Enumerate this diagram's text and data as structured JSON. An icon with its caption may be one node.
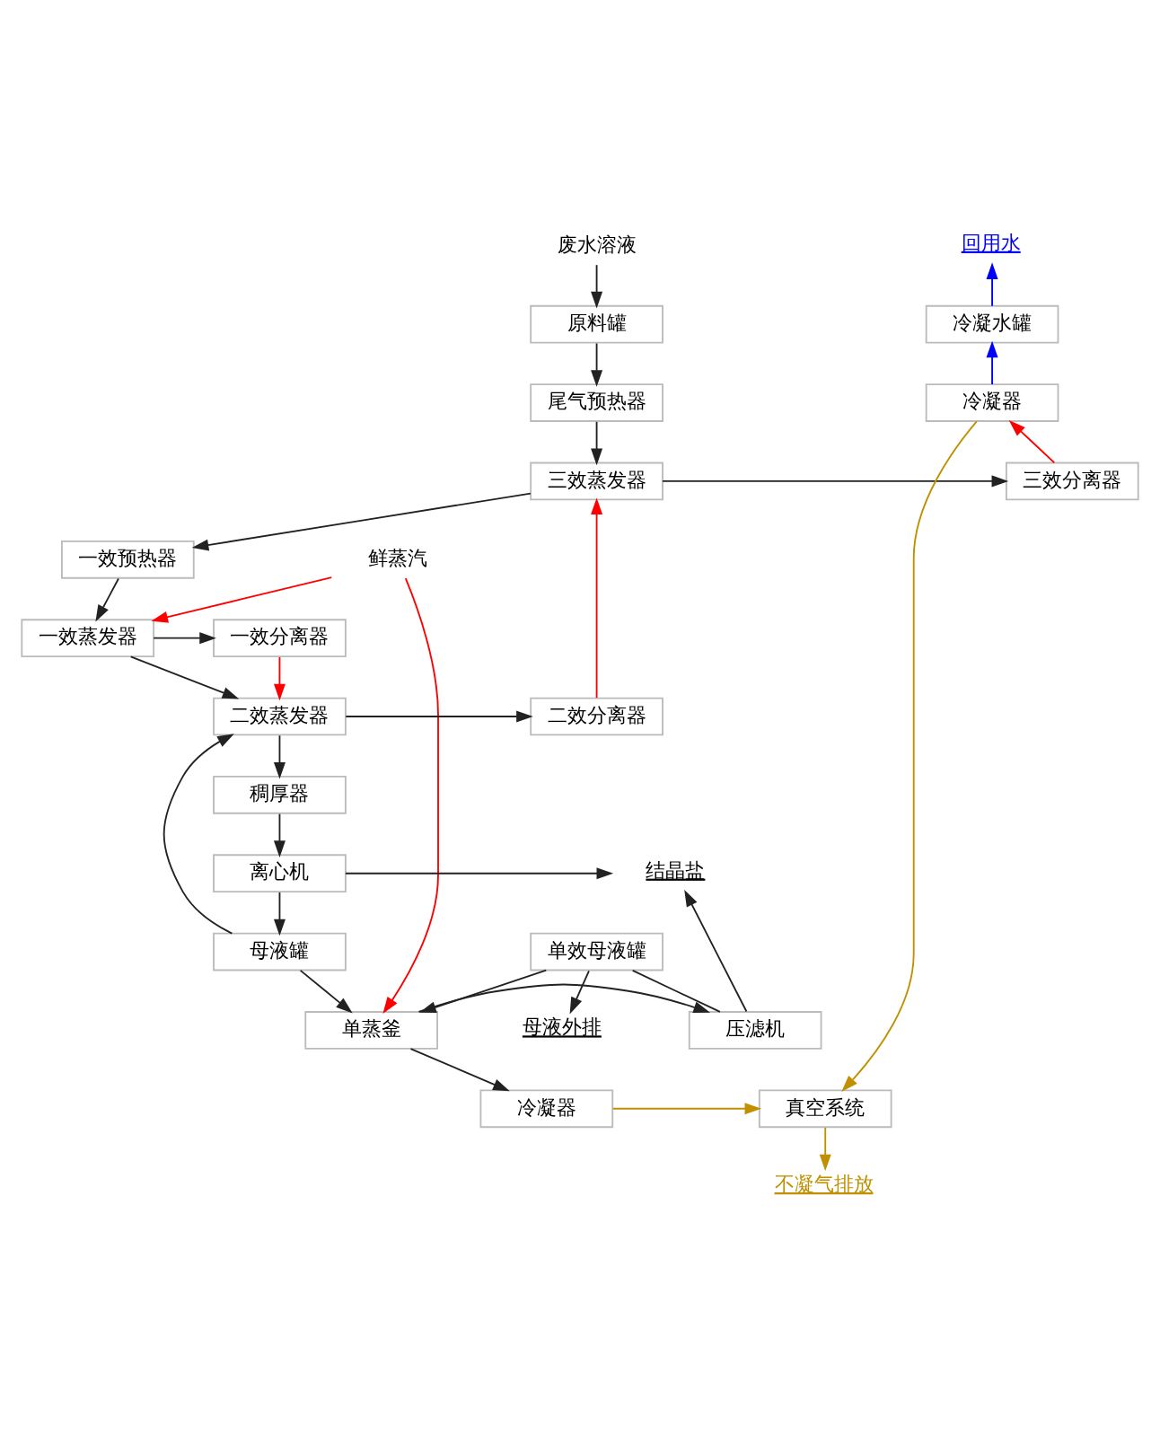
{
  "diagram": {
    "nodes": [
      {
        "text": [
          "废水溶液"
        ]
      },
      {
        "text": [
          "原料罐"
        ]
      },
      {
        "text": [
          "尾气预热器"
        ]
      },
      {
        "text": [
          "三效蒸发器"
        ]
      },
      {
        "text": [
          "三效分离器"
        ]
      },
      {
        "text": [
          "冷凝器"
        ]
      },
      {
        "text": [
          "冷凝水罐"
        ]
      },
      {
        "text": [
          "回用水"
        ]
      },
      {
        "text": [
          "一效预热器"
        ]
      },
      {
        "text": [
          "鲜蒸汽"
        ]
      },
      {
        "text": [
          "一效蒸发器"
        ]
      },
      {
        "text": [
          "一效分离器"
        ]
      },
      {
        "text": [
          "二效蒸发器"
        ]
      },
      {
        "text": [
          "二效分离器"
        ]
      },
      {
        "text": [
          "稠厚器"
        ]
      },
      {
        "text": [
          "离心机"
        ]
      },
      {
        "text": [
          "结晶盐"
        ]
      },
      {
        "text": [
          "母液外排"
        ]
      },
      {
        "text": [
          "母液罐"
        ]
      },
      {
        "text": [
          "单效母液罐"
        ]
      },
      {
        "text": [
          "单蒸釜"
        ]
      },
      {
        "text": [
          "压滤机"
        ]
      },
      {
        "text": [
          "冷凝器"
        ]
      },
      {
        "text": [
          "真空系统"
        ]
      },
      {
        "text": [
          "不凝气排放"
        ]
      }
    ],
    "edges": [
      {
        "from": 0,
        "to": 1,
        "arrow": "to"
      },
      {
        "from": 1,
        "to": 2,
        "arrow": "to"
      },
      {
        "from": 2,
        "to": 3,
        "arrow": "to"
      },
      {
        "from": 3,
        "to": 4,
        "arrow": "to"
      },
      {
        "from": 4,
        "to": 5,
        "arrow": "to",
        "color": "#ff0000"
      },
      {
        "from": 5,
        "to": 6,
        "arrow": "to",
        "color": "#0000ff"
      },
      {
        "from": 6,
        "to": 7,
        "arrow": "to",
        "color": "#0000ff"
      },
      {
        "from": 3,
        "to": 8,
        "arrow": "to"
      },
      {
        "from": 8,
        "to": 10,
        "arrow": "to"
      },
      {
        "from": 9,
        "to": 10,
        "arrow": "to",
        "color": "#ff0000"
      },
      {
        "from": 9,
        "to": 20,
        "arrow": "to",
        "color": "#ff0000"
      },
      {
        "from": 10,
        "to": 11,
        "arrow": "to"
      },
      {
        "from": 10,
        "to": 12,
        "arrow": "to"
      },
      {
        "from": 11,
        "to": 12,
        "arrow": "to",
        "color": "#ff0000"
      },
      {
        "from": 12,
        "to": 13,
        "arrow": "to"
      },
      {
        "from": 13,
        "to": 3,
        "arrow": "to",
        "color": "#ff0000"
      },
      {
        "from": 12,
        "to": 14,
        "arrow": "to"
      },
      {
        "from": 14,
        "to": 15,
        "arrow": "to"
      },
      {
        "from": 15,
        "to": 16,
        "arrow": "to"
      },
      {
        "from": 15,
        "to": 18,
        "arrow": "to"
      },
      {
        "from": 18,
        "to": 12,
        "arrow": "to"
      },
      {
        "from": 18,
        "to": 20,
        "arrow": "to"
      },
      {
        "from": 19,
        "to": 17,
        "arrow": "to"
      },
      {
        "from": 21,
        "to": 19,
        "arrow": "none"
      },
      {
        "from": 19,
        "to": 20,
        "arrow": "to"
      },
      {
        "from": 20,
        "to": 21,
        "arrow": "to"
      },
      {
        "from": 21,
        "to": 16,
        "arrow": "to"
      },
      {
        "from": 20,
        "to": 22,
        "arrow": "to"
      },
      {
        "from": 22,
        "to": 23,
        "arrow": "to",
        "color": "#c09000"
      },
      {
        "from": 5,
        "to": 23,
        "arrow": "to",
        "color": "#c09000"
      },
      {
        "from": 23,
        "to": 24,
        "arrow": "to",
        "color": "#c09000"
      }
    ]
  }
}
